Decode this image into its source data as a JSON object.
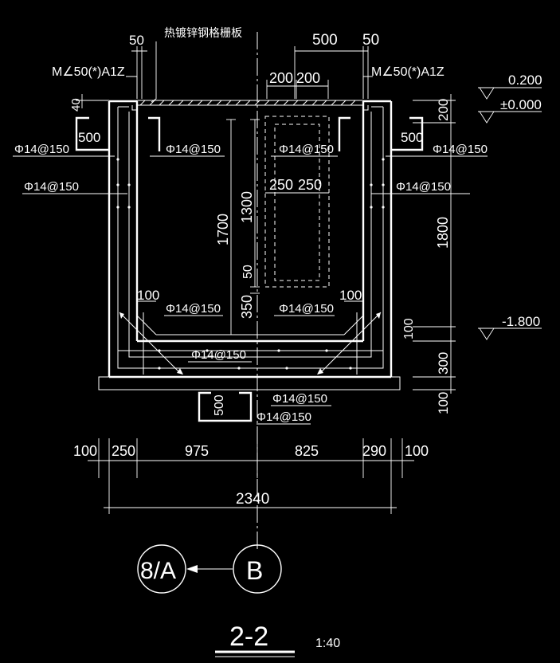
{
  "section": {
    "title": "2-2",
    "scale": "1:40"
  },
  "top_labels": {
    "grating": "热镀锌钢格栅板",
    "angle_left": "M∠50(*)A1Z",
    "angle_right": "M∠50(*)A1Z",
    "dim_50_left": "50",
    "dim_500_top": "500",
    "dim_50_right": "50",
    "dim_200_a": "200",
    "dim_200_b": "200",
    "dim_40": "40"
  },
  "rebar_labels": {
    "left_outer_1": "Φ14@150",
    "left_outer_2": "Φ14@150",
    "left_inner_1": "Φ14@150",
    "center_top": "Φ14@150",
    "right_outer_1": "Φ14@150",
    "right_outer_2": "Φ14@150",
    "bottom_left": "Φ14@150",
    "bottom_right": "Φ14@150",
    "slab_center": "Φ14@150",
    "slab_below_1": "Φ14@150",
    "slab_below_2": "Φ14@150"
  },
  "inner_dims": {
    "hook_left_500": "500",
    "hook_right_500": "500",
    "hook_bottom_500": "500",
    "d1700": "1700",
    "d1300": "1300",
    "d250a": "250",
    "d250b": "250",
    "d50": "50",
    "d350": "350",
    "d100_left": "100",
    "d100_right": "100"
  },
  "elevations": {
    "top": "0.200",
    "ground": "±0.000",
    "bottom": "-1.800"
  },
  "right_dims": {
    "d200": "200",
    "d1800": "1800",
    "d100": "100",
    "d300": "300",
    "d100_base": "100"
  },
  "bottom_dims": {
    "d100_l": "100",
    "d250": "250",
    "d975": "975",
    "d825": "825",
    "d290": "290",
    "d100_r": "100",
    "total": "2340"
  },
  "axes": {
    "detail_ref": "8/A",
    "axis_b": "B"
  }
}
